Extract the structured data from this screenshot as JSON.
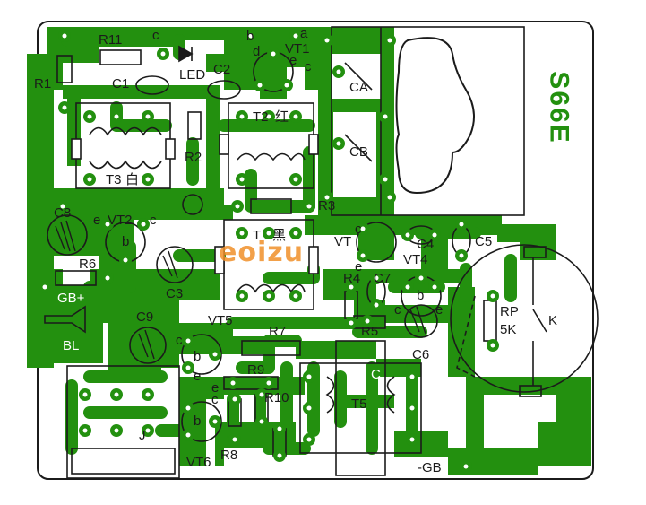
{
  "board": {
    "model": "S66E",
    "colors": {
      "copper": "#23900f",
      "silkscreen": "#1b1b1b",
      "substrate": "#ffffff",
      "pad_hole": "#ffffff",
      "watermark": "#f0902a"
    },
    "watermark": "eoizu"
  },
  "labels": {
    "R11": "R11",
    "c_top": "c",
    "b_top": "b",
    "a": "a",
    "d": "d",
    "VT1": "VT1",
    "e_vt1": "e",
    "c_vt1": "c",
    "R1": "R1",
    "C1": "C1",
    "LED": "LED",
    "C2": "C2",
    "CA": "CA",
    "CB": "CB",
    "T2": "T2",
    "red": "红",
    "R2": "R2",
    "T3": "T3",
    "white": "白",
    "C8": "C8",
    "e_vt2": "e",
    "VT2": "VT2",
    "c_vt2": "c",
    "b_vt2": "b",
    "R3": "R3",
    "T1": "T",
    "black": "黑",
    "VT3": "VT",
    "c_vt3": "c",
    "C4": "C4",
    "C5": "C5",
    "VT4": "VT4",
    "e_vt3": "e",
    "R6": "R6",
    "C3": "C3",
    "GBplus": "GB+",
    "R4": "R4",
    "C7": "C7",
    "b_vt4": "b",
    "c_vt4": "c",
    "e_vt4": "e",
    "RP": "RP",
    "5K": "5K",
    "K": "K",
    "C9": "C9",
    "BL": "BL",
    "VT5": "VT5",
    "c_vt5": "c",
    "b_vt5": "b",
    "e_vt5": "e",
    "R5": "R5",
    "C6": "C6",
    "R7": "R7",
    "C_mid": "C",
    "R9": "R9",
    "R10": "R10",
    "e_vt6": "e",
    "c_vt6": "c",
    "b_vt6": "b",
    "T5": "T5",
    "J": "J",
    "VT6": "VT6",
    "R8": "R8",
    "GBminus": "-GB"
  }
}
